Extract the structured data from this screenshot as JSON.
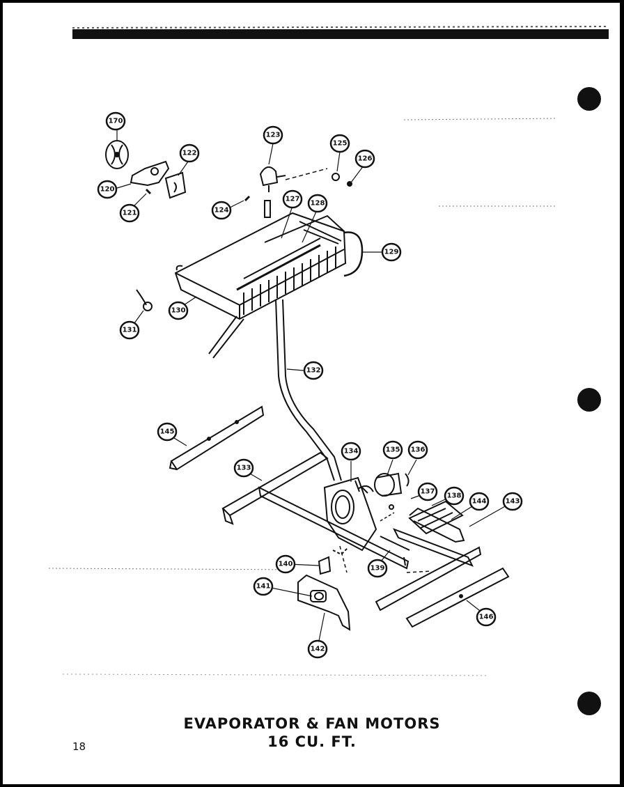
{
  "title": {
    "line1": "EVAPORATOR & FAN MOTORS",
    "line2": "16 CU. FT."
  },
  "page_number": "18",
  "callouts": [
    "170",
    "120",
    "121",
    "122",
    "123",
    "124",
    "125",
    "126",
    "127",
    "128",
    "129",
    "130",
    "131",
    "132",
    "133",
    "134",
    "135",
    "136",
    "137",
    "138",
    "139",
    "140",
    "141",
    "142",
    "143",
    "144",
    "145",
    "146"
  ]
}
